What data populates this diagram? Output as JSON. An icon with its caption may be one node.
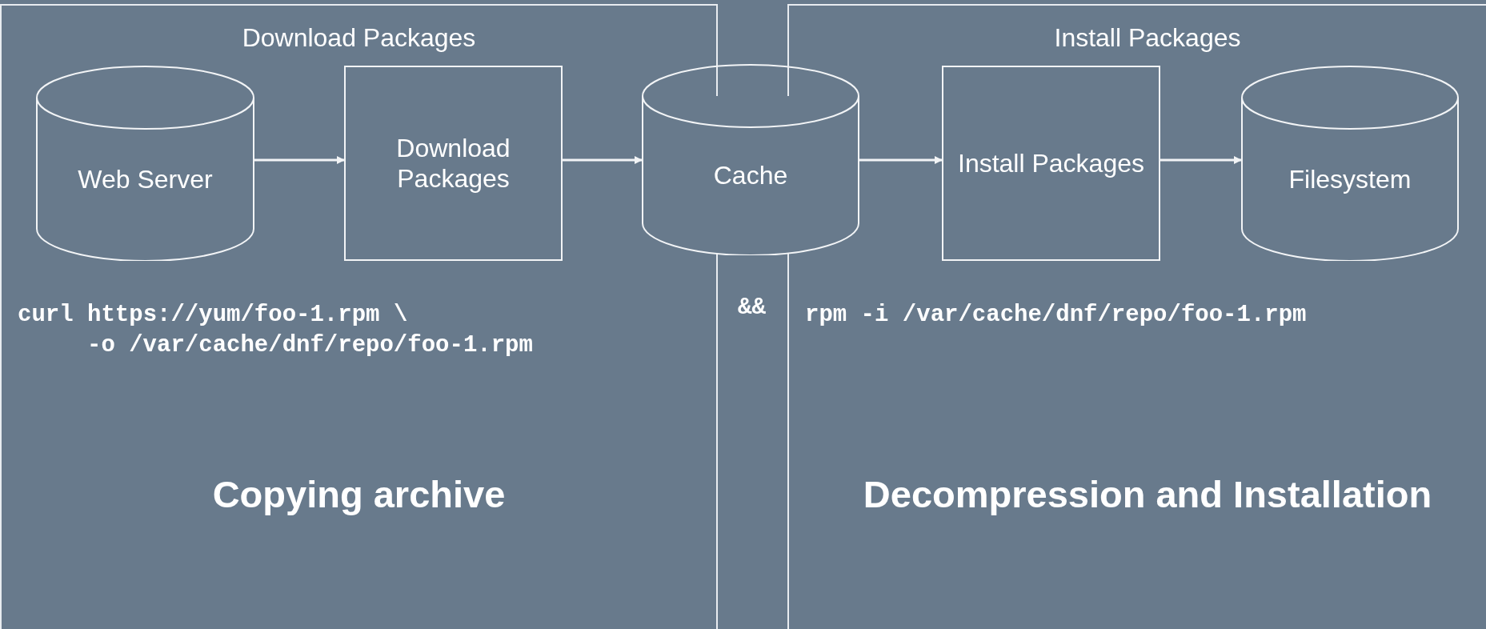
{
  "diagram": {
    "nodes": [
      {
        "text": [
          "Download Packages",
          "curl https://yum/foo-1.rpm \\",
          "-o /var/cache/dnf/repo/foo-1.rpm",
          "Copying archive"
        ]
      },
      {
        "text": [
          "Web Server"
        ],
        "in": 0
      },
      {
        "text": [
          "Download Packages"
        ],
        "in": 0
      },
      {
        "text": [
          "Cache"
        ]
      },
      {
        "text": [
          "Install Packages",
          "rpm -i /var/cache/dnf/repo/foo-1.rpm",
          "Decompression and Installation"
        ]
      },
      {
        "text": [
          "Install Packages"
        ],
        "in": 4
      },
      {
        "text": [
          "Filesystem"
        ],
        "in": 4
      }
    ],
    "edges": [
      {
        "from": 1,
        "to": 2,
        "arrow": "to"
      },
      {
        "from": 2,
        "to": 3,
        "arrow": "to"
      },
      {
        "from": 3,
        "to": 5,
        "arrow": "to"
      },
      {
        "from": 5,
        "to": 6,
        "arrow": "to"
      }
    ],
    "labels": [
      "&&"
    ]
  }
}
